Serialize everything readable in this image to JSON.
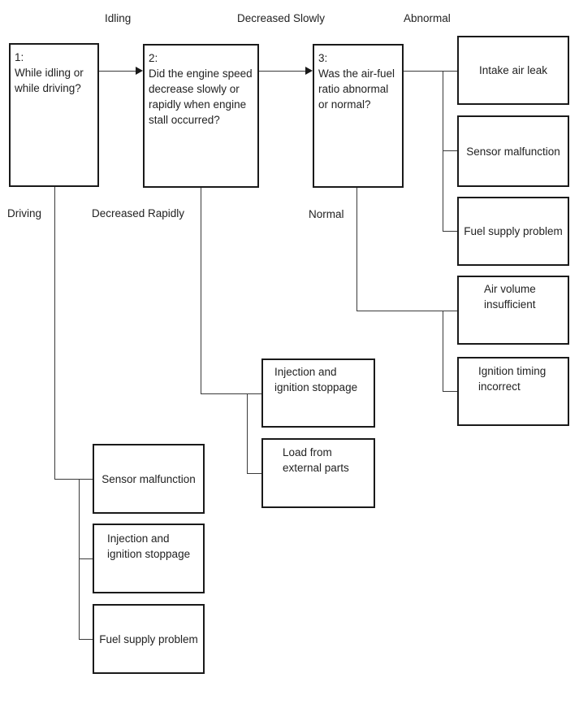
{
  "labels": {
    "idling": "Idling",
    "decreased_slowly": "Decreased Slowly",
    "abnormal": "Abnormal",
    "driving": "Driving",
    "decreased_rapidly": "Decreased Rapidly",
    "normal": "Normal"
  },
  "boxes": {
    "q1": {
      "lines": [
        "1:",
        "While idling or",
        "while driving?"
      ]
    },
    "q2": {
      "lines": [
        "2:",
        "Did the engine speed",
        "decrease slowly or",
        "rapidly when engine",
        "stall occurred?"
      ]
    },
    "q3": {
      "lines": [
        "3:",
        "Was the air-fuel",
        "ratio abnormal",
        "or normal?"
      ]
    },
    "intake_air_leak": {
      "label": "Intake air leak"
    },
    "sensor_malfunction_right": {
      "label": "Sensor malfunction"
    },
    "fuel_supply_problem_right": {
      "label": "Fuel supply problem"
    },
    "air_volume_insufficient": {
      "lines": [
        "Air volume",
        "insufficient"
      ]
    },
    "ignition_timing_incorrect": {
      "lines": [
        "Ignition timing",
        "incorrect"
      ]
    },
    "injection_ignition_stoppage_mid": {
      "lines": [
        "Injection and",
        "ignition stoppage"
      ]
    },
    "load_from_external_parts": {
      "lines": [
        "Load from",
        "external parts"
      ]
    },
    "sensor_malfunction_left": {
      "label": "Sensor malfunction"
    },
    "injection_ignition_stoppage_left": {
      "lines": [
        "Injection and",
        "ignition stoppage"
      ]
    },
    "fuel_supply_problem_left": {
      "label": "Fuel supply problem"
    }
  },
  "colors": {
    "border": "#1a1a1a",
    "line": "#3a3a3a",
    "text": "#222222",
    "background": "#ffffff"
  }
}
